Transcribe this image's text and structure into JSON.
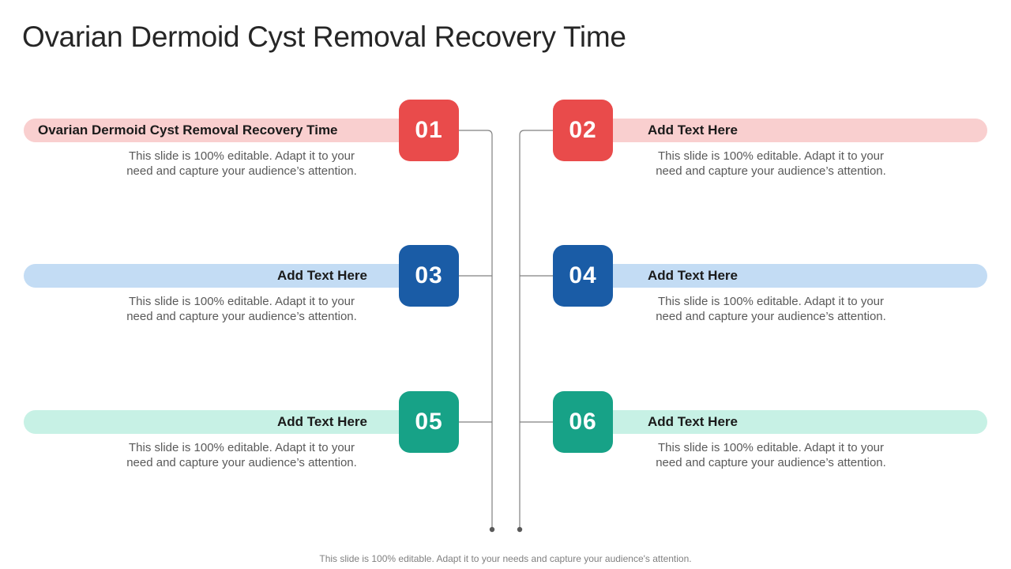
{
  "slide": {
    "title": "Ovarian Dermoid Cyst Removal Recovery Time",
    "footer": "This slide is 100% editable. Adapt it to your needs and capture your audience's attention."
  },
  "shared": {
    "description_line1": "This slide is 100% editable. Adapt it to your",
    "description_line2": "need and capture your audience’s attention."
  },
  "items": [
    {
      "number": "01",
      "label": "Ovarian Dermoid Cyst Removal Recovery Time",
      "side": "left",
      "square_color": "#e94b4b",
      "bar_color": "#f9cfcf"
    },
    {
      "number": "02",
      "label": "Add Text Here",
      "side": "right",
      "square_color": "#e94b4b",
      "bar_color": "#f9cfcf"
    },
    {
      "number": "03",
      "label": "Add Text Here",
      "side": "left",
      "square_color": "#1a5ca6",
      "bar_color": "#c3dcf4"
    },
    {
      "number": "04",
      "label": "Add Text Here",
      "side": "right",
      "square_color": "#1a5ca6",
      "bar_color": "#c3dcf4"
    },
    {
      "number": "05",
      "label": "Add Text Here",
      "side": "left",
      "square_color": "#17a287",
      "bar_color": "#c7f1e5"
    },
    {
      "number": "06",
      "label": "Add Text Here",
      "side": "right",
      "square_color": "#17a287",
      "bar_color": "#c7f1e5"
    }
  ],
  "colors": {
    "connector_line": "#808080",
    "connector_dot": "#595959",
    "body_text": "#595959",
    "title_text": "#262626",
    "bar_label_text": "#1a1a1a",
    "number_text": "#ffffff",
    "background": "#ffffff"
  }
}
